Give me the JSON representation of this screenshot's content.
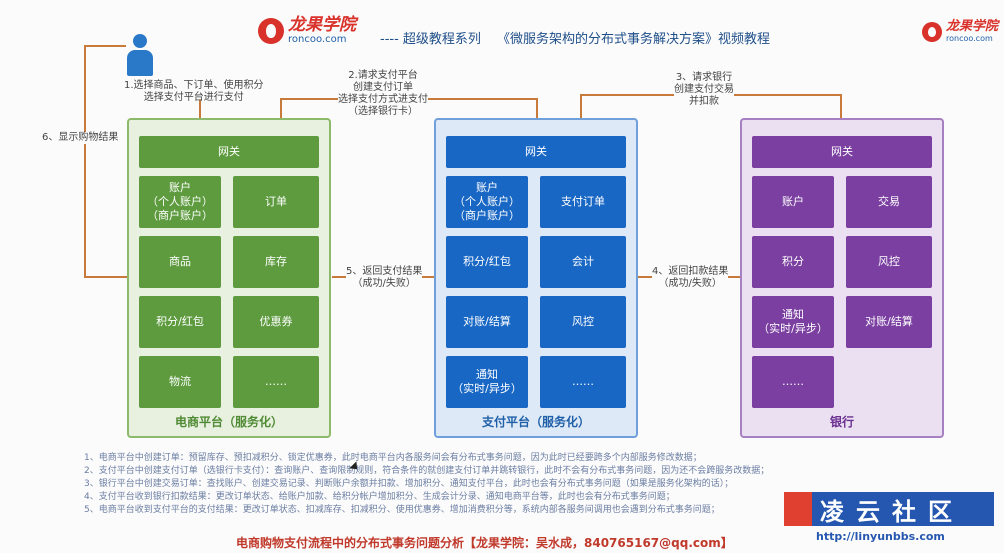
{
  "header": {
    "logo_cn": "龙果学院",
    "logo_en": "roncoo.com",
    "series": "---- 超级教程系列",
    "title": "《微服务架构的分布式事务解决方案》视频教程"
  },
  "steps": {
    "s1": "1.选择商品、下订单、使用积分\n选择支付平台进行支付",
    "s2": "2.请求支付平台\n创建支付订单\n选择支付方式进支付\n（选择银行卡）",
    "s3": "3、请求银行\n创建支付交易\n并扣款",
    "s4": "4、返回扣款结果\n（成功/失败）",
    "s5": "5、返回支付结果\n（成功/失败）",
    "s6": "6、显示购物结果"
  },
  "panels": {
    "ecommerce": {
      "title": "电商平台（服务化）",
      "tiles": [
        "网关",
        "账户\n（个人账户）\n（商户账户）",
        "订单",
        "商品",
        "库存",
        "积分/红包",
        "优惠券",
        "物流",
        "……"
      ]
    },
    "payment": {
      "title": "支付平台（服务化）",
      "tiles": [
        "网关",
        "账户\n（个人账户）\n（商户账户）",
        "支付订单",
        "积分/红包",
        "会计",
        "对账/结算",
        "风控",
        "通知\n（实时/异步）",
        "……"
      ]
    },
    "bank": {
      "title": "银行",
      "tiles": [
        "网关",
        "账户",
        "交易",
        "积分",
        "风控",
        "通知\n（实时/异步）",
        "对账/结算",
        "……"
      ]
    }
  },
  "notes": [
    "1、电商平台中创建订单：预留库存、预扣减积分、锁定优惠券，此时电商平台内各服务间会有分布式事务问题，因为此时已经要跨多个内部服务修改数据；",
    "2、支付平台中创建支付订单（选银行卡支付）：查询账户、查询限制规则，符合条件的就创建支付订单并跳转银行，此时不会有分布式事务问题，因为还不会跨服务改数据；",
    "3、银行平台中创建交易订单：查找账户、创建交易记录、判断账户余额并扣款、增加积分、通知支付平台，此时也会有分布式事务问题（如果是服务化架构的话）；",
    "4、支付平台收到银行扣款结果：更改订单状态、给账户加款、给积分帐户增加积分、生成会计分录、通知电商平台等，此时也会有分布式事务问题；",
    "5、电商平台收到支付平台的支付结果：更改订单状态、扣减库存、扣减积分、使用优惠券、增加消费积分等，系统内部各服务间调用也会遇到分布式事务问题；"
  ],
  "footer": "电商购物支付流程中的分布式事务问题分析【龙果学院：吴水成，840765167@qq.com】",
  "watermark": {
    "text": "凌云社区",
    "url": "http://linyunbbs.com"
  },
  "colors": {
    "green": "#5d9b3e",
    "blue": "#1967c4",
    "purple": "#7a3fa0",
    "arrow": "#c87a3a"
  }
}
